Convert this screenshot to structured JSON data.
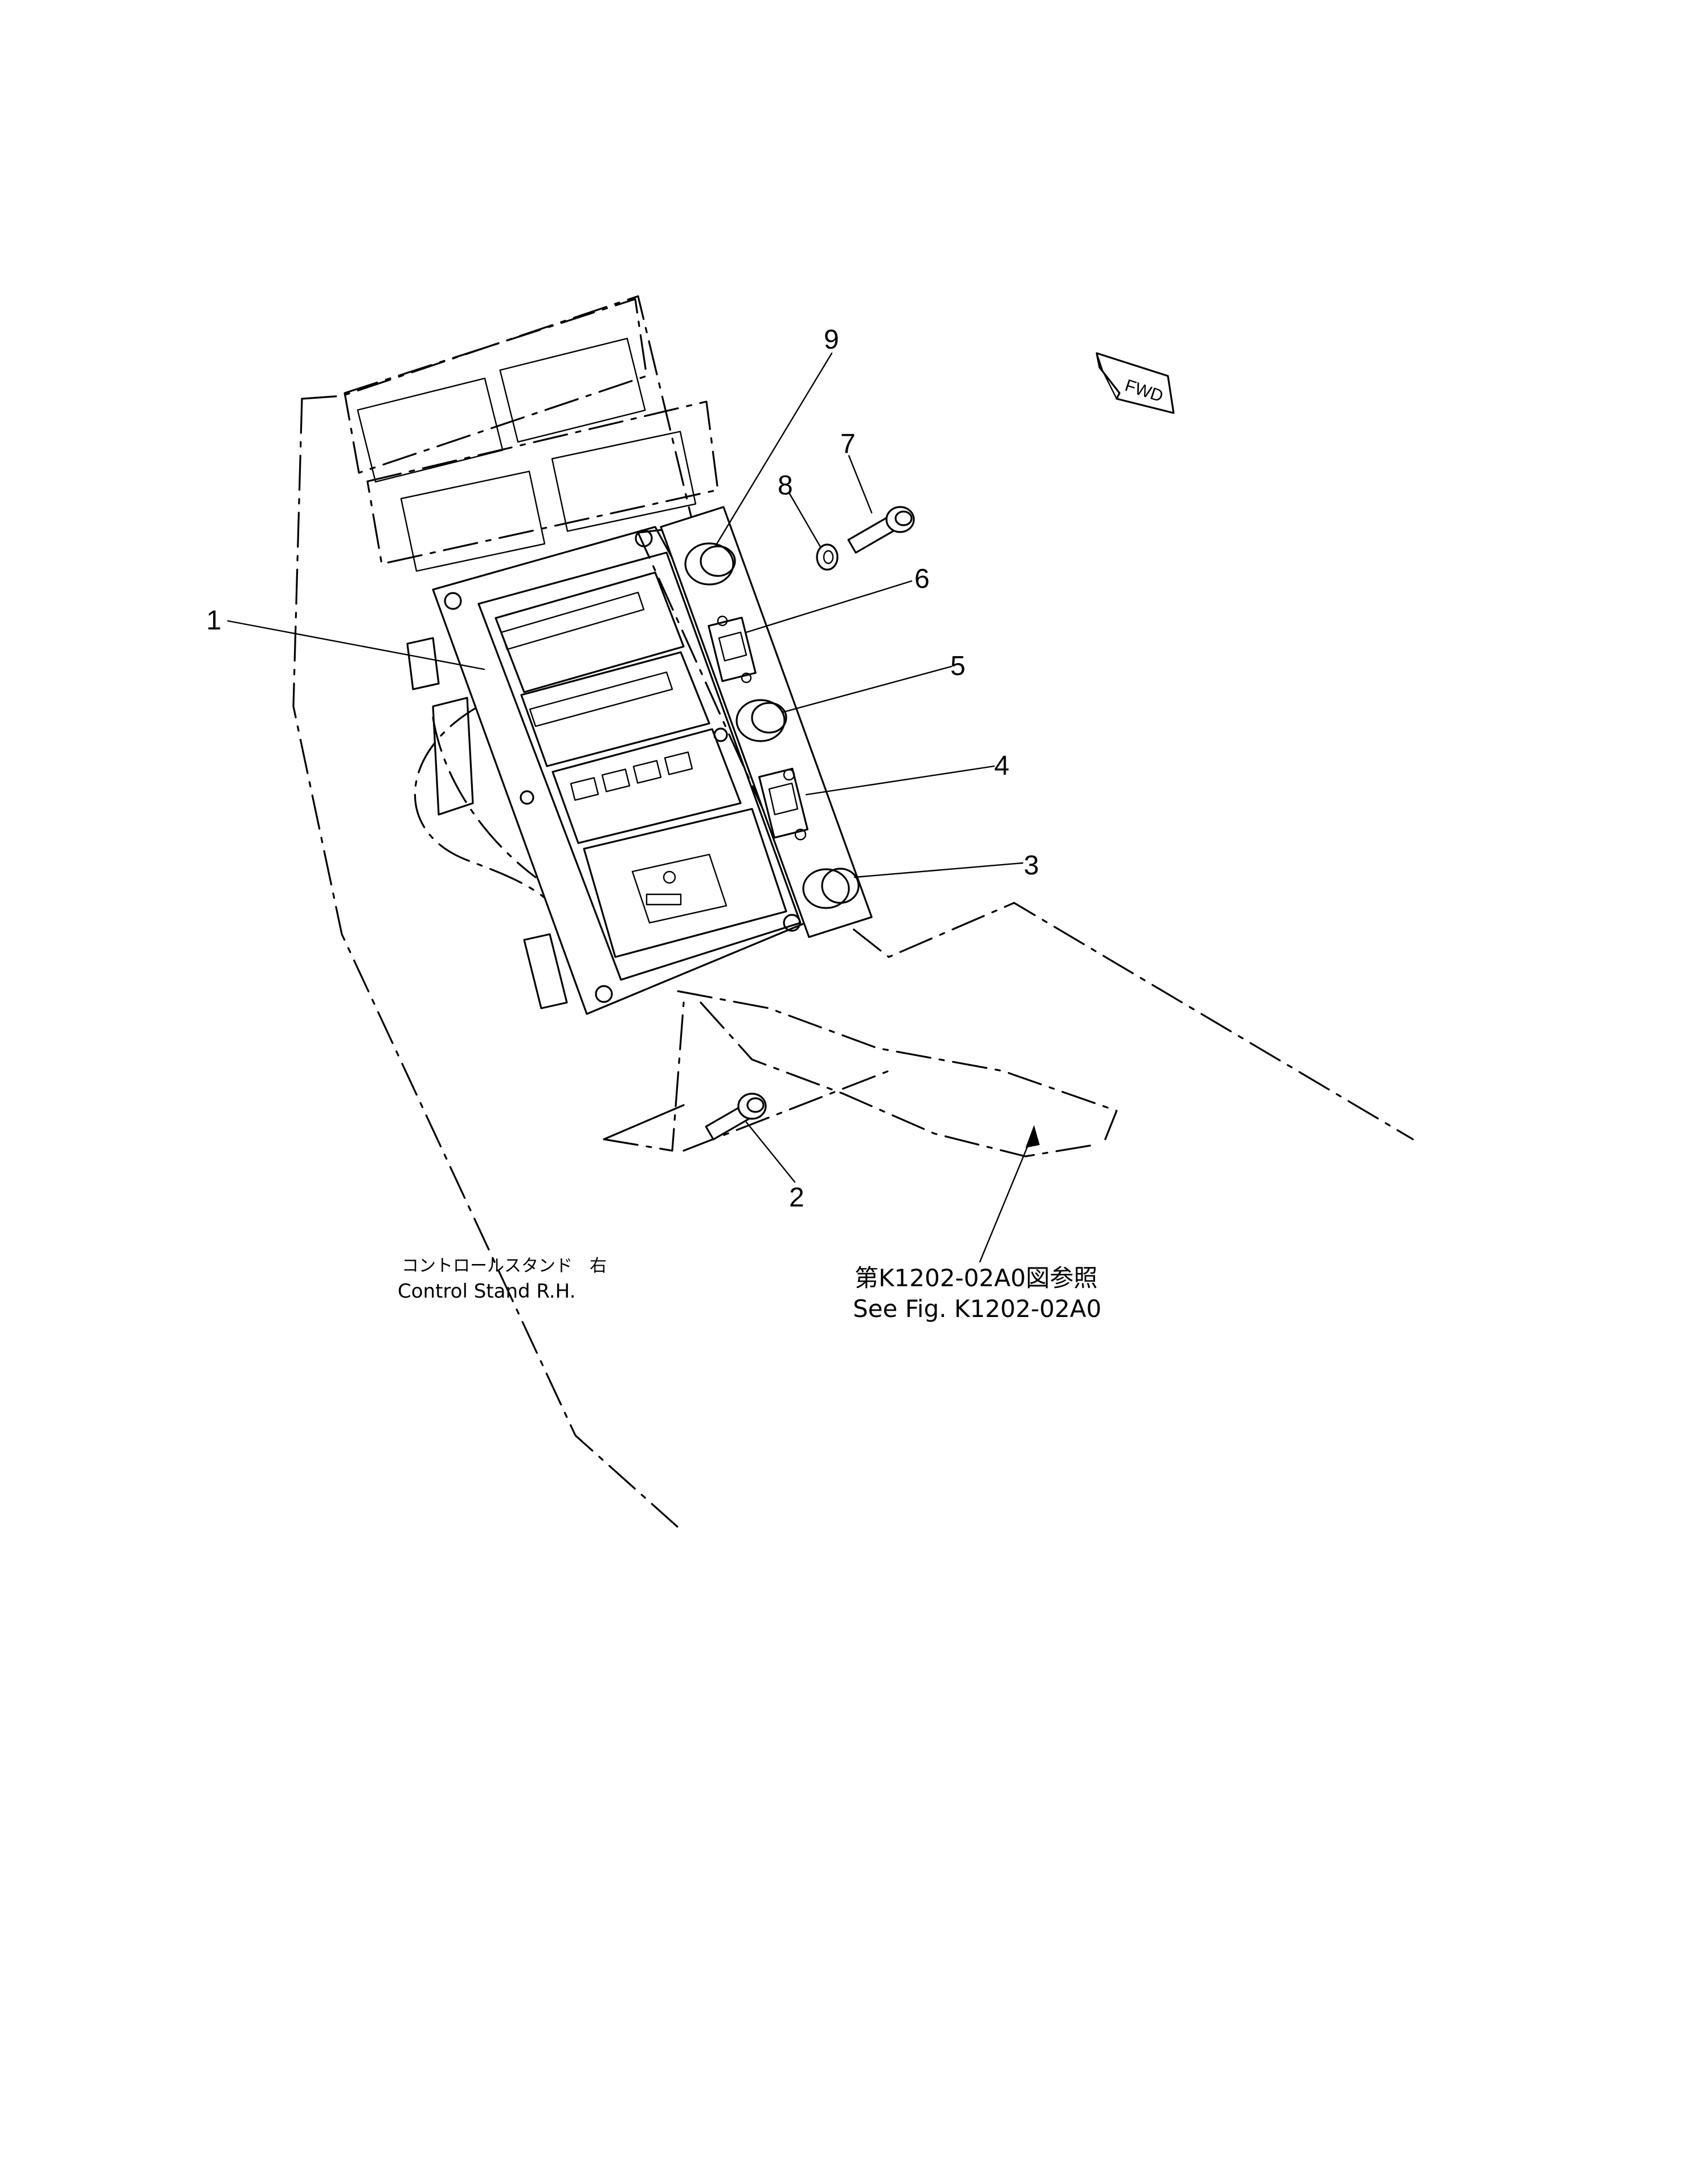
{
  "callouts": [
    {
      "id": 1,
      "label": "1"
    },
    {
      "id": 2,
      "label": "2"
    },
    {
      "id": 3,
      "label": "3"
    },
    {
      "id": 4,
      "label": "4"
    },
    {
      "id": 5,
      "label": "5"
    },
    {
      "id": 6,
      "label": "6"
    },
    {
      "id": 7,
      "label": "7"
    },
    {
      "id": 8,
      "label": "8"
    },
    {
      "id": 9,
      "label": "9"
    }
  ],
  "caption": {
    "jp": "コントロールスタンド　右",
    "en": "Control  Stand  R.H."
  },
  "reference": {
    "jp": "第K1202-02A0図参照",
    "en": "See  Fig. K1202-02A0"
  },
  "direction_marker": "FWD"
}
